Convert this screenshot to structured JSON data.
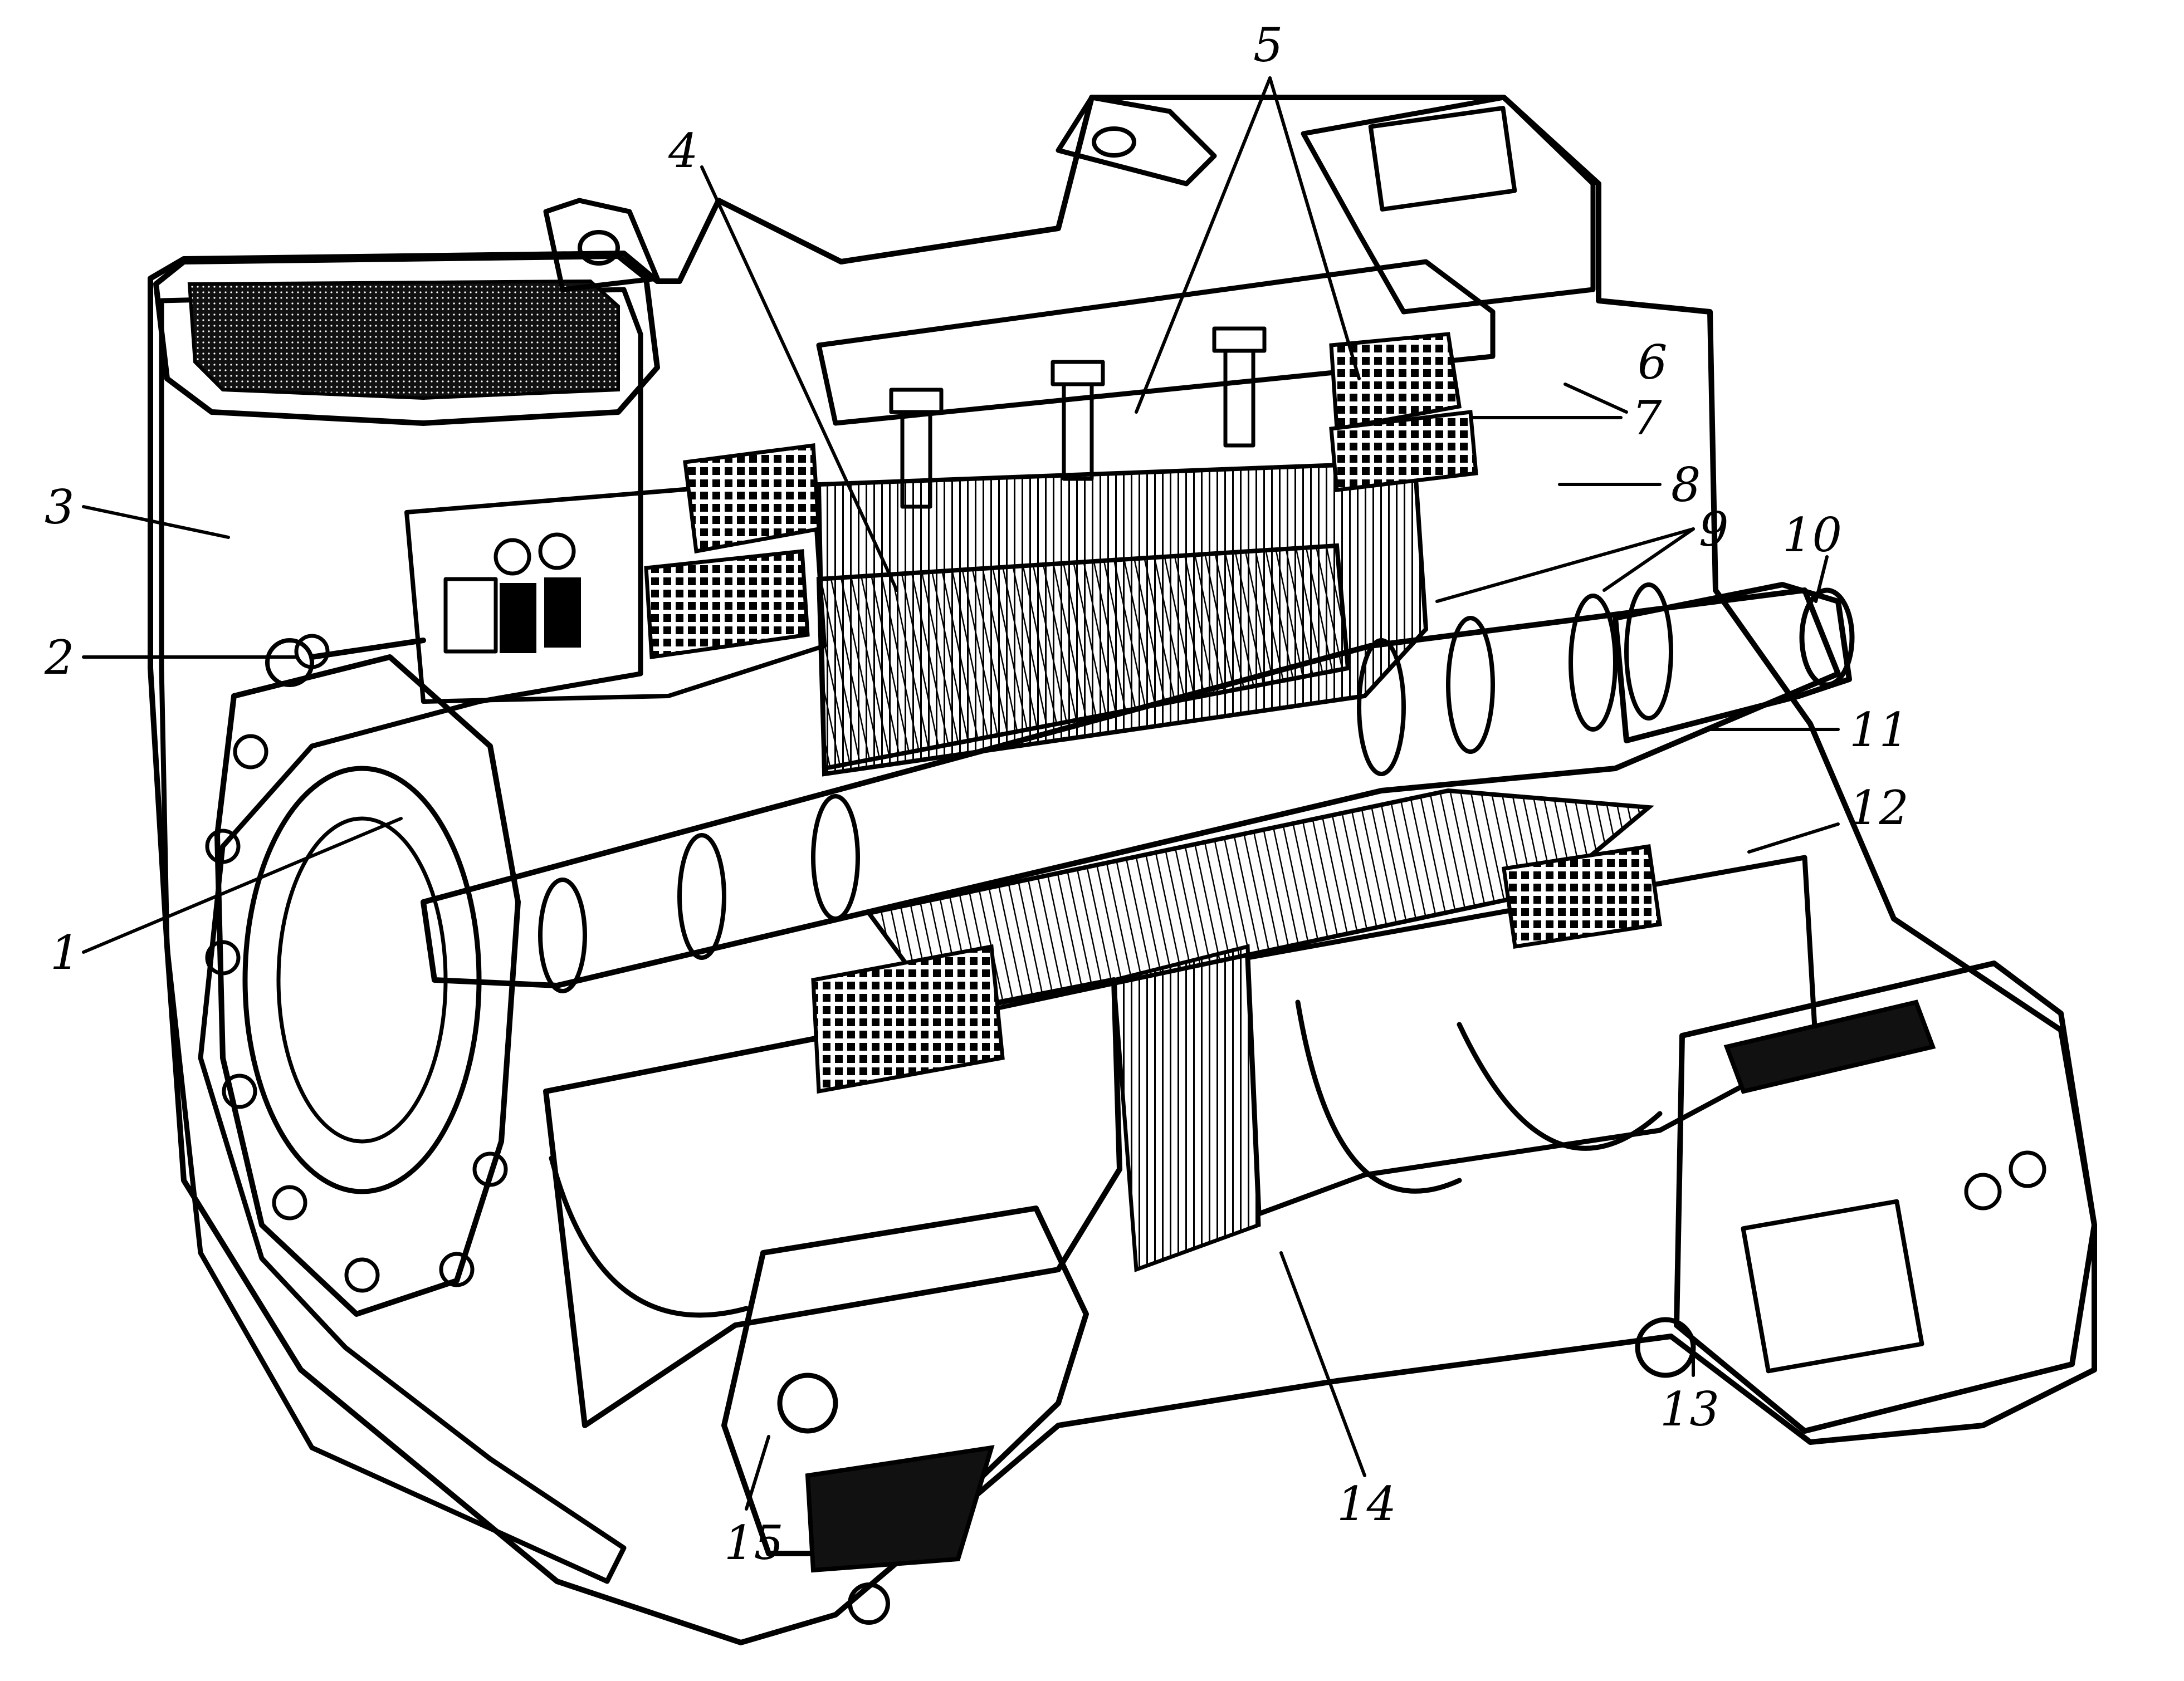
{
  "diagram": {
    "type": "cutaway technical drawing",
    "style": "black ink on white",
    "colors": {
      "ink": "#000000",
      "paper": "#ffffff",
      "shade": "#1a1a1a"
    },
    "callouts": [
      {
        "id": "c1",
        "label": "1"
      },
      {
        "id": "c2",
        "label": "2"
      },
      {
        "id": "c3",
        "label": "3"
      },
      {
        "id": "c4",
        "label": "4"
      },
      {
        "id": "c5",
        "label": "5"
      },
      {
        "id": "c6",
        "label": "6"
      },
      {
        "id": "c7",
        "label": "7"
      },
      {
        "id": "c8",
        "label": "8"
      },
      {
        "id": "c9",
        "label": "9"
      },
      {
        "id": "c10",
        "label": "10"
      },
      {
        "id": "c11",
        "label": "11"
      },
      {
        "id": "c12",
        "label": "12"
      },
      {
        "id": "c13",
        "label": "13"
      },
      {
        "id": "c14",
        "label": "14"
      },
      {
        "id": "c15",
        "label": "15"
      }
    ]
  }
}
